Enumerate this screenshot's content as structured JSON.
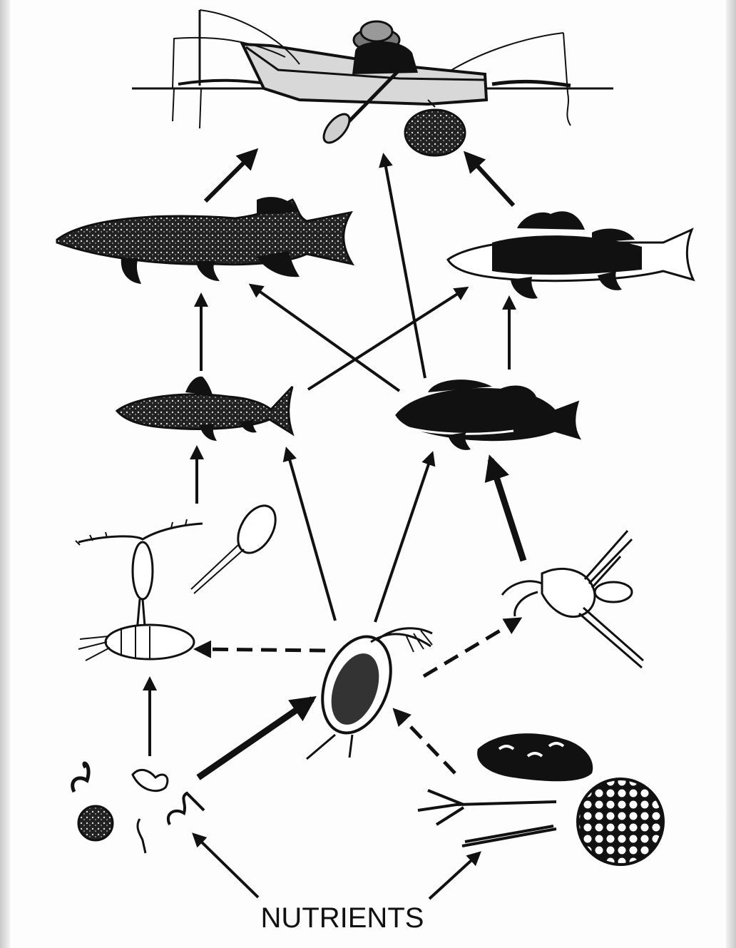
{
  "diagram": {
    "type": "aquatic food web",
    "base_label": "NUTRIENTS",
    "nodes": [
      {
        "id": "angler",
        "icon": "angler-in-boat"
      },
      {
        "id": "pike",
        "icon": "pike-fish"
      },
      {
        "id": "walleye",
        "icon": "walleye-fish"
      },
      {
        "id": "cisco",
        "icon": "small-fish"
      },
      {
        "id": "perch",
        "icon": "perch-fish"
      },
      {
        "id": "zooplankton-predators",
        "icon": "copepod-group"
      },
      {
        "id": "daphnia",
        "icon": "water-flea"
      },
      {
        "id": "insect-larva",
        "icon": "midge-larva"
      },
      {
        "id": "algae-left",
        "icon": "algae-cluster"
      },
      {
        "id": "algae-right",
        "icon": "algae-cluster"
      }
    ],
    "edges": [
      {
        "from": "pike",
        "to": "angler",
        "style": "solid"
      },
      {
        "from": "perch",
        "to": "angler",
        "style": "solid"
      },
      {
        "from": "walleye",
        "to": "angler",
        "style": "solid"
      },
      {
        "from": "cisco",
        "to": "pike",
        "style": "solid"
      },
      {
        "from": "perch",
        "to": "pike",
        "style": "solid"
      },
      {
        "from": "cisco",
        "to": "walleye",
        "style": "solid"
      },
      {
        "from": "perch",
        "to": "walleye",
        "style": "solid"
      },
      {
        "from": "zooplankton-predators",
        "to": "cisco",
        "style": "solid"
      },
      {
        "from": "daphnia",
        "to": "cisco",
        "style": "solid"
      },
      {
        "from": "daphnia",
        "to": "perch",
        "style": "solid"
      },
      {
        "from": "insect-larva",
        "to": "perch",
        "style": "bold"
      },
      {
        "from": "daphnia",
        "to": "zooplankton-predators",
        "style": "dashed"
      },
      {
        "from": "daphnia",
        "to": "insect-larva",
        "style": "dashed"
      },
      {
        "from": "algae-left",
        "to": "zooplankton-predators",
        "style": "solid"
      },
      {
        "from": "algae-left",
        "to": "daphnia",
        "style": "bold"
      },
      {
        "from": "algae-right",
        "to": "daphnia",
        "style": "dashed"
      },
      {
        "from": "nutrients",
        "to": "algae-left",
        "style": "solid"
      },
      {
        "from": "nutrients",
        "to": "algae-right",
        "style": "solid"
      }
    ]
  }
}
